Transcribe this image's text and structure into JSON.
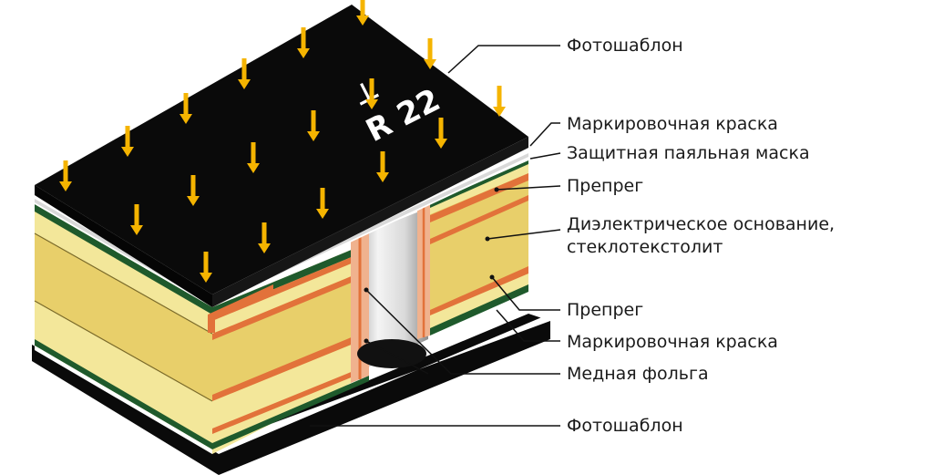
{
  "board_marking": {
    "symbol": "⊥",
    "ref": "R 22"
  },
  "labels": {
    "photomask_top": "Фотошаблон",
    "marking_ink_top": "Маркировочная краска",
    "solder_mask": "Защитная паяльная маска",
    "prepreg_top": "Препрег",
    "dielectric_line1": "Диэлектрическое основание,",
    "dielectric_line2": "стеклотекстолит",
    "prepreg_bottom": "Препрег",
    "marking_ink_bottom": "Маркировочная краска",
    "copper_foil": "Медная фольга",
    "photomask_bottom": "Фотошаблон"
  },
  "colors": {
    "photomask": "#0a0a0a",
    "prepreg": "#f3e79a",
    "core": "#e8cf6a",
    "copper": "#e2723a",
    "copper_pad": "#f0b28e",
    "solder_mask": "#1f5a2c",
    "arrow": "#f5b400",
    "hole": "#cfcfcf"
  }
}
